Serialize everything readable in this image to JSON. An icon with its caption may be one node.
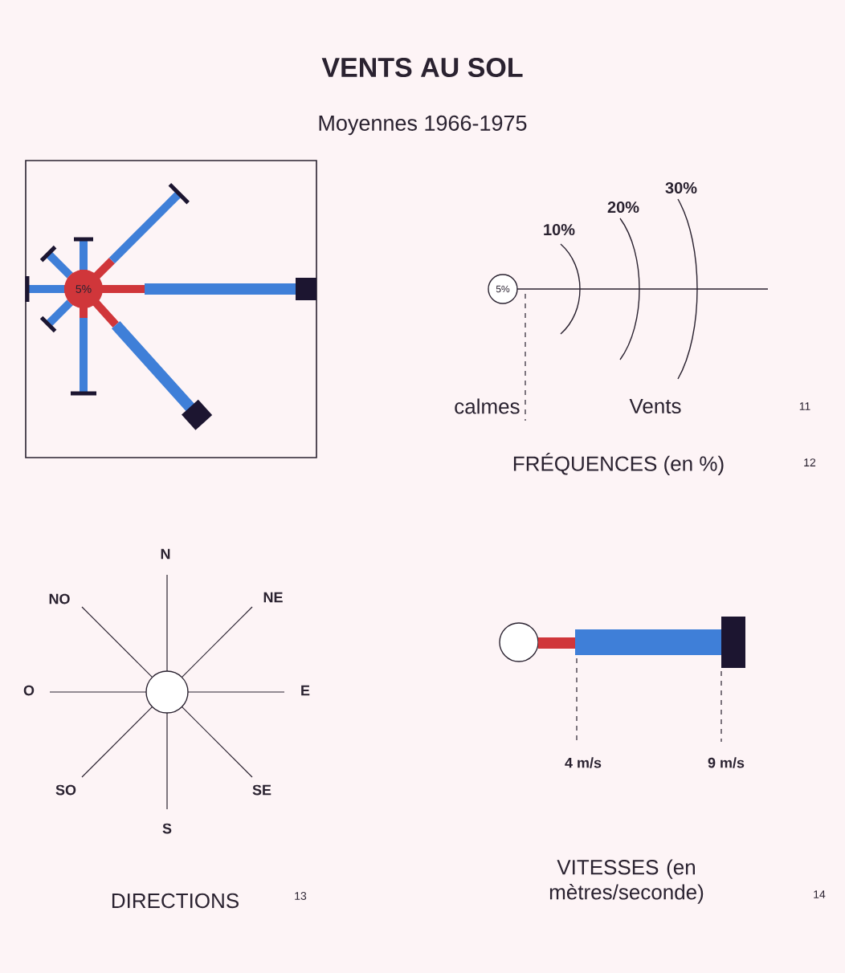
{
  "diagram": {
    "title": "VENTS AU SOL",
    "nodes": [
      {
        "text": [
          "5%"
        ]
      }
    ],
    "labels": [
      "Moyennes 1966-1975",
      "5%",
      "30%",
      "20%",
      "10%",
      "calmes",
      "Vents",
      "11",
      "FRÉQUENCES (en %)",
      "12",
      "N",
      "NO",
      "NE",
      "O",
      "E",
      "SO",
      "SE",
      "S",
      "4 m/s",
      "9 m/s",
      "VITESSES (en mètres/seconde)",
      "DIRECTIONS",
      "13",
      "14"
    ]
  }
}
